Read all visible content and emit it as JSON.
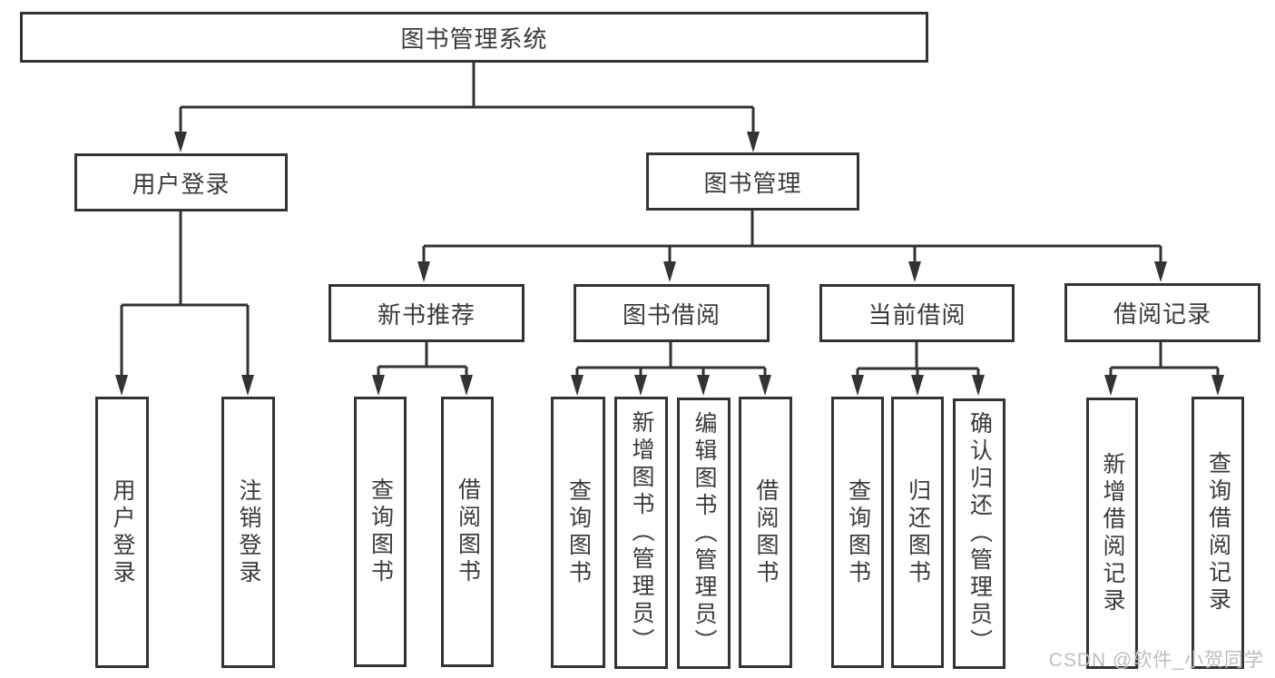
{
  "tree": {
    "root": {
      "label": "图书管理系统",
      "children": [
        {
          "label": "用户登录",
          "children": [
            {
              "label": "用户登录"
            },
            {
              "label": "注销登录"
            }
          ]
        },
        {
          "label": "图书管理",
          "children": [
            {
              "label": "新书推荐",
              "children": [
                {
                  "label": "查询图书"
                },
                {
                  "label": "借阅图书"
                }
              ]
            },
            {
              "label": "图书借阅",
              "children": [
                {
                  "label": "查询图书"
                },
                {
                  "label": "新增图书（管理员）"
                },
                {
                  "label": "编辑图书（管理员）"
                },
                {
                  "label": "借阅图书"
                }
              ]
            },
            {
              "label": "当前借阅",
              "children": [
                {
                  "label": "查询图书"
                },
                {
                  "label": "归还图书"
                },
                {
                  "label": "确认归还（管理员）"
                }
              ]
            },
            {
              "label": "借阅记录",
              "children": [
                {
                  "label": "新增借阅记录"
                },
                {
                  "label": "查询借阅记录"
                }
              ]
            }
          ]
        }
      ]
    }
  },
  "watermark": {
    "text": "CSDN @软件_小贺同学"
  },
  "colors": {
    "line": "#333333",
    "text": "#3a3a3a",
    "watermark": "#bdbdbd",
    "background": "#ffffff"
  }
}
